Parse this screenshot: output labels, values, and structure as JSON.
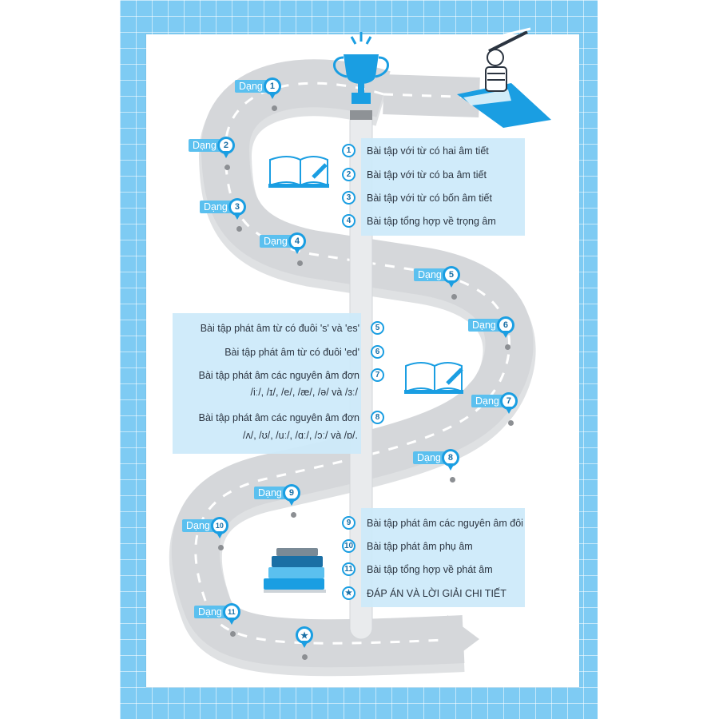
{
  "route": {
    "marker_word": "Dạng",
    "markers": [
      "1",
      "2",
      "3",
      "4",
      "5",
      "6",
      "7",
      "8",
      "9",
      "10",
      "11"
    ],
    "finish_icon": "star-icon"
  },
  "list_top": [
    {
      "num": "1",
      "text": "Bài tập với từ có hai âm tiết"
    },
    {
      "num": "2",
      "text": "Bài tập với từ có ba âm tiết"
    },
    {
      "num": "3",
      "text": "Bài tập với từ có bốn âm tiết"
    },
    {
      "num": "4",
      "text": "Bài tập tổng hợp về trọng âm"
    }
  ],
  "list_middle": [
    {
      "num": "5",
      "lines": [
        "Bài tập phát âm từ có đuôi 's' và 'es'"
      ]
    },
    {
      "num": "6",
      "lines": [
        "Bài tập phát âm từ có đuôi 'ed'"
      ]
    },
    {
      "num": "7",
      "lines": [
        "Bài tập phát âm các nguyên âm đơn",
        "/iː/, /ɪ/, /e/, /æ/, /ə/ và /ɜː/"
      ]
    },
    {
      "num": "8",
      "lines": [
        "Bài tập phát âm các nguyên âm đơn",
        "/ʌ/, /ʊ/, /uː/, /ɑː/, /ɔː/ và /ɒ/."
      ]
    }
  ],
  "list_bottom": [
    {
      "num": "9",
      "text": "Bài tập phát âm các nguyên âm đôi"
    },
    {
      "num": "10",
      "text": "Bài tập phát âm phụ âm"
    },
    {
      "num": "11",
      "text": "Bài tập tổng hợp về phát âm"
    },
    {
      "num": "★",
      "text": "ĐÁP ÁN VÀ LỜI GIẢI CHI TIẾT"
    }
  ],
  "colors": {
    "accent": "#1a9ee2",
    "label_bg": "#5bc0ef",
    "panel": "#cdeafa",
    "road": "#d5d7da",
    "background_grid": "#7ecbf3"
  },
  "icons": [
    "trophy-icon",
    "open-book-icon",
    "pencil-icon",
    "book-stack-icon",
    "reader-on-book-icon"
  ]
}
